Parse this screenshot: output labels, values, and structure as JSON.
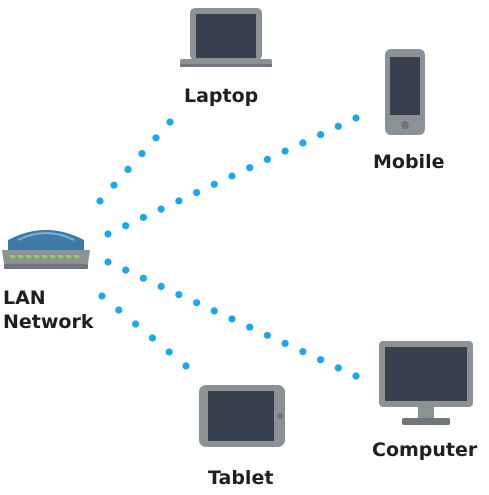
{
  "diagram": {
    "center": {
      "id": "router",
      "icon": "router-icon",
      "label_lines": [
        "LAN",
        "Network"
      ]
    },
    "devices": [
      {
        "id": "laptop",
        "label": "Laptop",
        "icon": "laptop-icon"
      },
      {
        "id": "mobile",
        "label": "Mobile",
        "icon": "mobile-phone-icon"
      },
      {
        "id": "computer",
        "label": "Computer",
        "icon": "desktop-computer-icon"
      },
      {
        "id": "tablet",
        "label": "Tablet",
        "icon": "tablet-icon"
      }
    ],
    "connections": [
      {
        "from": "router",
        "to": "laptop",
        "style": "dotted"
      },
      {
        "from": "router",
        "to": "mobile",
        "style": "dotted"
      },
      {
        "from": "router",
        "to": "computer",
        "style": "dotted"
      },
      {
        "from": "router",
        "to": "tablet",
        "style": "dotted"
      }
    ],
    "colors": {
      "link_dot": "#1ea7e8",
      "device_body": "#8c9196",
      "device_dark": "#6f757a",
      "screen": "#37404c",
      "router_blue": "#3f79a8",
      "router_led": "#8fd14f"
    }
  }
}
